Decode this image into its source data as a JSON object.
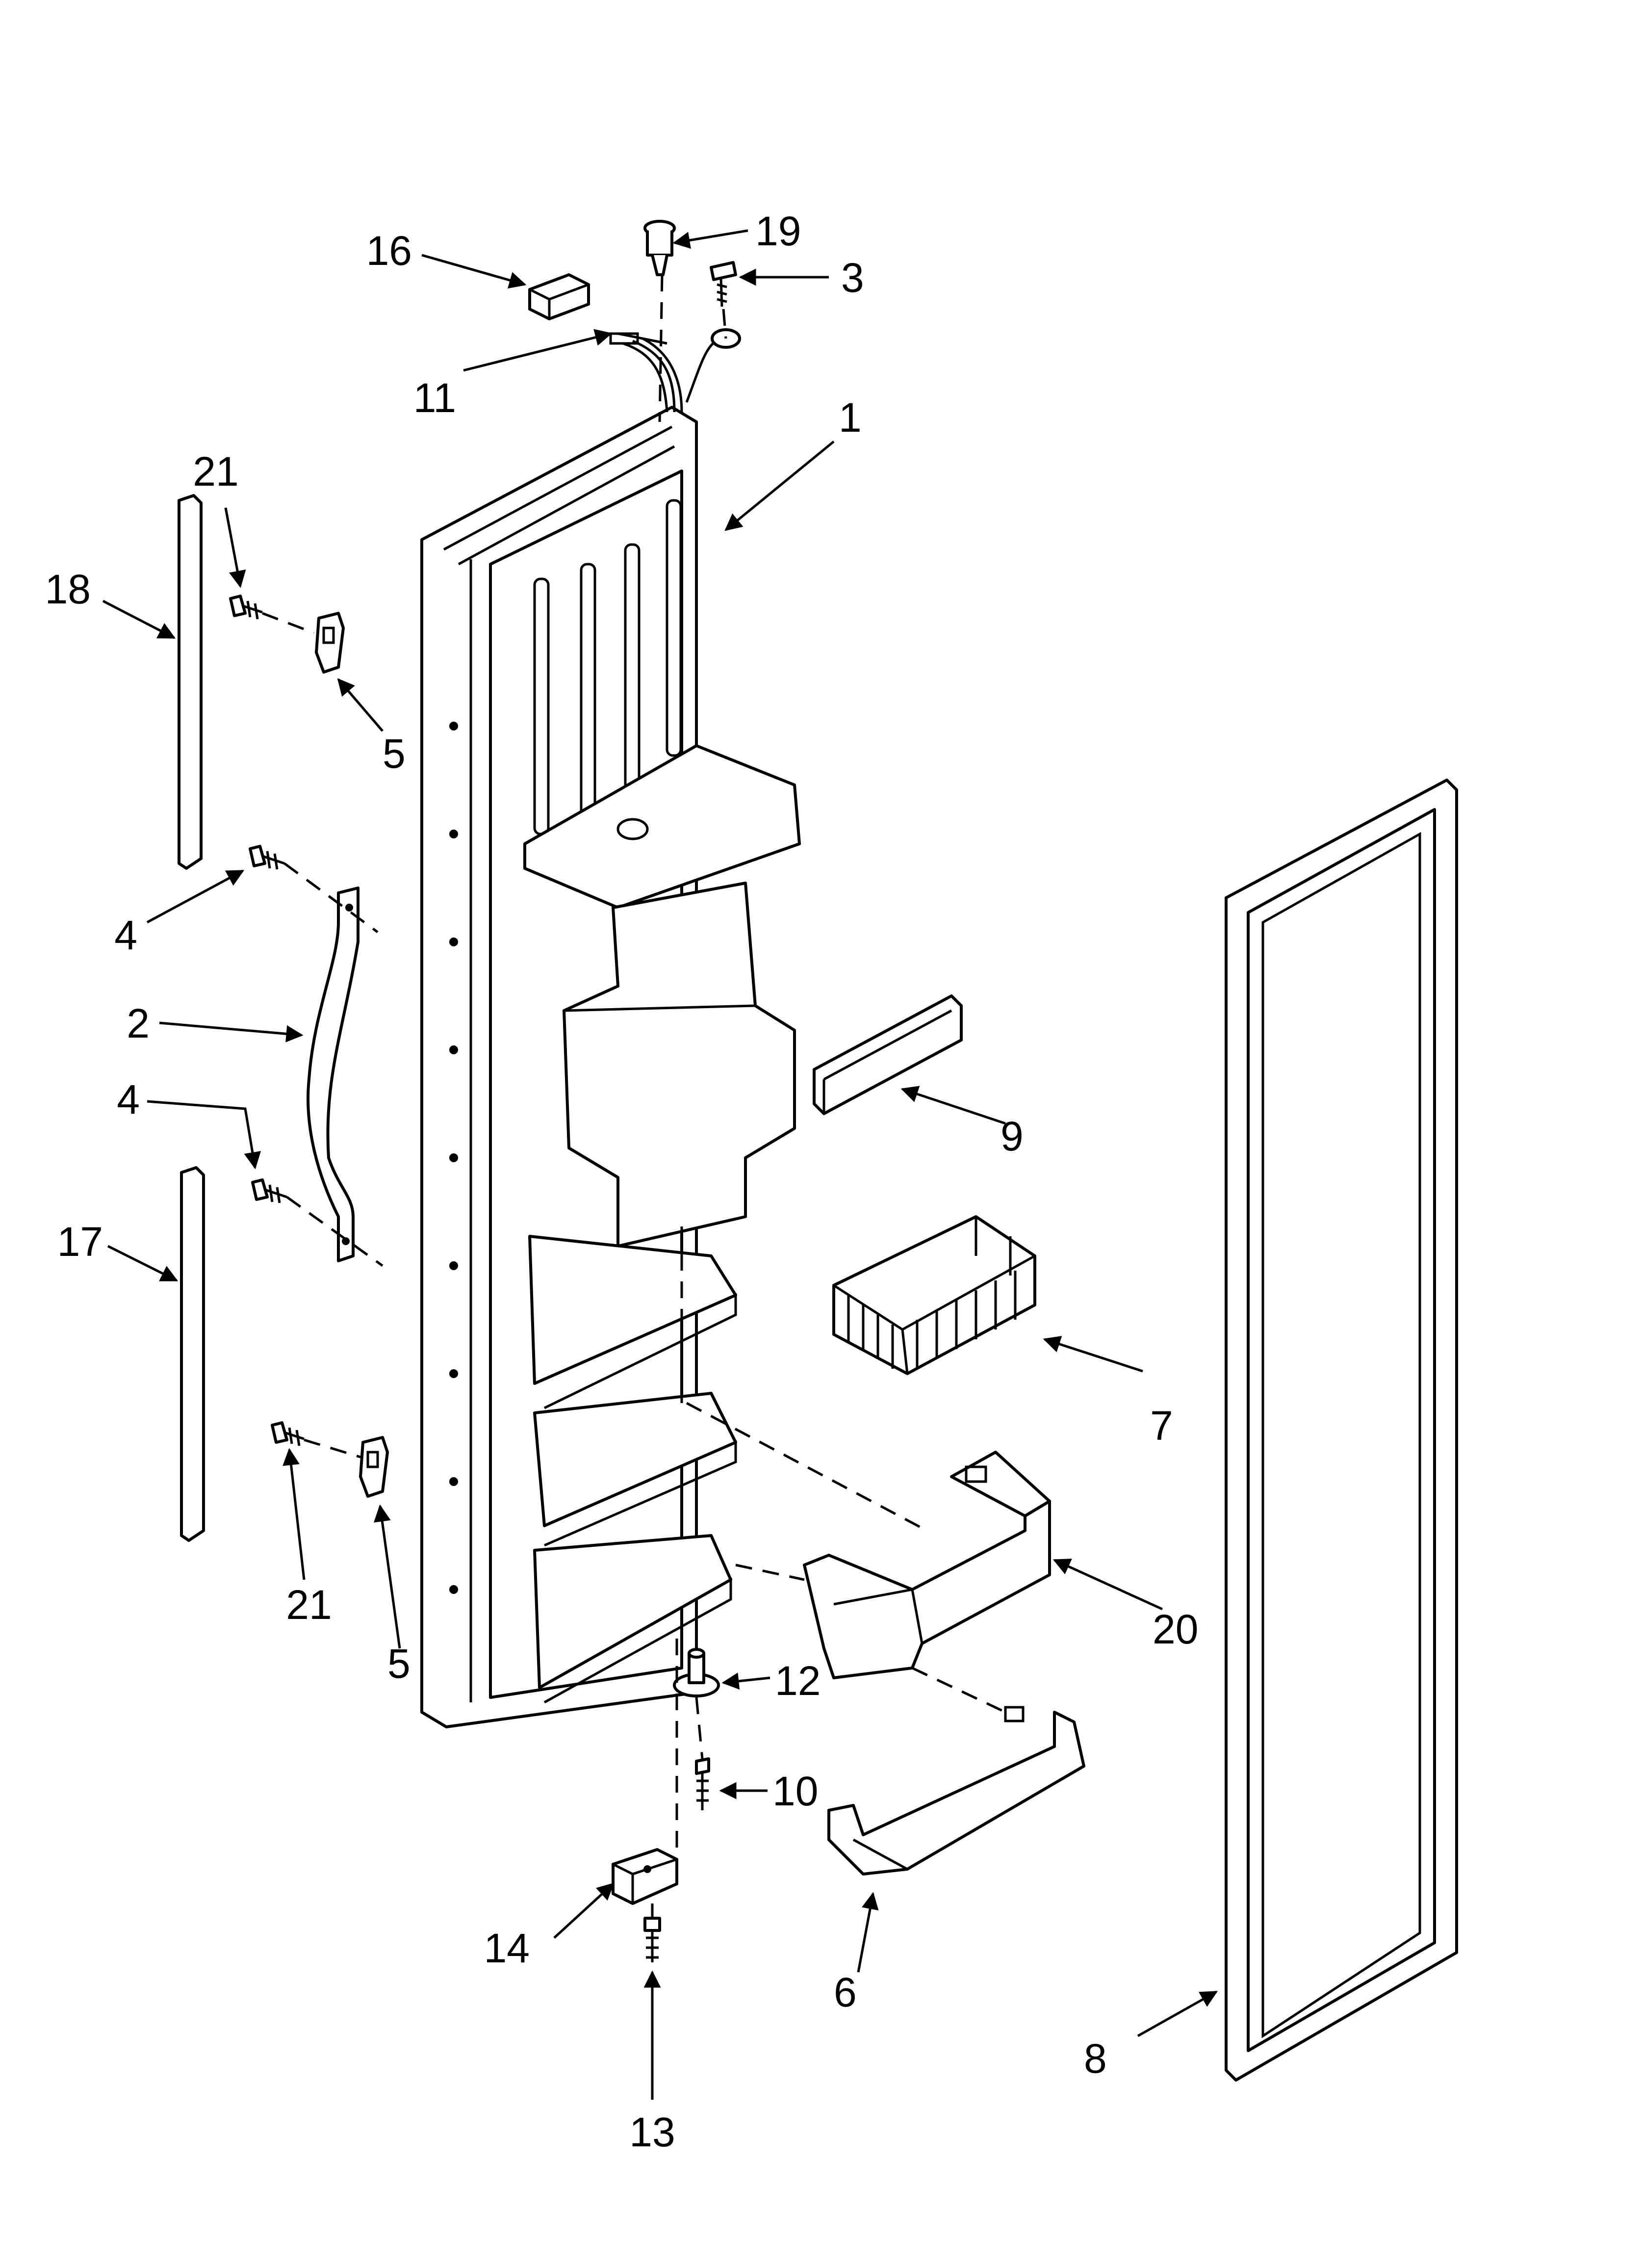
{
  "diagram": {
    "line_color": "#000000",
    "background": "#ffffff",
    "callouts": [
      {
        "id": "c1",
        "label": "1"
      },
      {
        "id": "c2",
        "label": "2"
      },
      {
        "id": "c3",
        "label": "3"
      },
      {
        "id": "c4a",
        "label": "4"
      },
      {
        "id": "c4b",
        "label": "4"
      },
      {
        "id": "c5a",
        "label": "5"
      },
      {
        "id": "c5b",
        "label": "5"
      },
      {
        "id": "c6",
        "label": "6"
      },
      {
        "id": "c7",
        "label": "7"
      },
      {
        "id": "c8",
        "label": "8"
      },
      {
        "id": "c9",
        "label": "9"
      },
      {
        "id": "c10",
        "label": "10"
      },
      {
        "id": "c11",
        "label": "11"
      },
      {
        "id": "c12",
        "label": "12"
      },
      {
        "id": "c13",
        "label": "13"
      },
      {
        "id": "c14",
        "label": "14"
      },
      {
        "id": "c16",
        "label": "16"
      },
      {
        "id": "c17",
        "label": "17"
      },
      {
        "id": "c18",
        "label": "18"
      },
      {
        "id": "c19",
        "label": "19"
      },
      {
        "id": "c20",
        "label": "20"
      },
      {
        "id": "c21a",
        "label": "21"
      },
      {
        "id": "c21b",
        "label": "21"
      }
    ]
  }
}
